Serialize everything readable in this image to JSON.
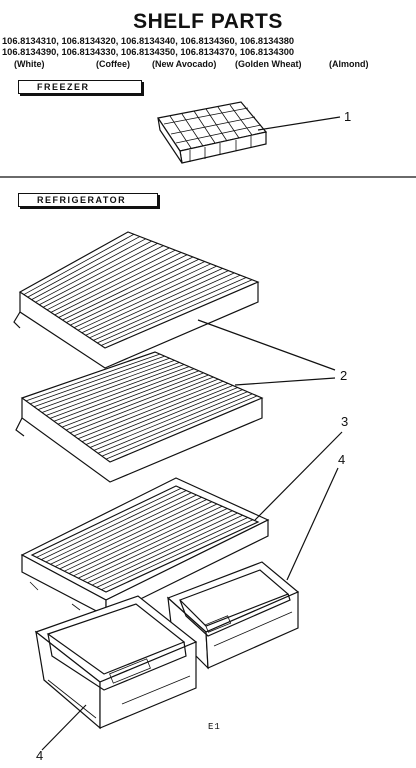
{
  "title": "SHELF PARTS",
  "corner_mark": "",
  "models_line1": "106.8134310, 106.8134320, 106.8134340, 106.8134360, 106.8134380",
  "models_line2": "106.8134390, 106.8134330, 106.8134350, 106.8134370, 106.8134300",
  "colors": [
    "(White)",
    "(Coffee)",
    "(New Avocado)",
    "(Golden Wheat)",
    "(Almond)"
  ],
  "sections": {
    "freezer": "FREEZER",
    "refrigerator": "REFRIGERATOR"
  },
  "callouts": {
    "ice_tray": "1",
    "wire_shelf": "2",
    "glass_shelf": "3",
    "crisper_right": "4",
    "crisper_left": "4"
  },
  "figure_label": "E1",
  "parts": [
    {
      "ref": "1",
      "name": "ice-cube-tray"
    },
    {
      "ref": "2",
      "name": "wire-shelf",
      "count": 2
    },
    {
      "ref": "3",
      "name": "crisper-cover-shelf"
    },
    {
      "ref": "4",
      "name": "crisper-pan",
      "count": 2
    }
  ]
}
